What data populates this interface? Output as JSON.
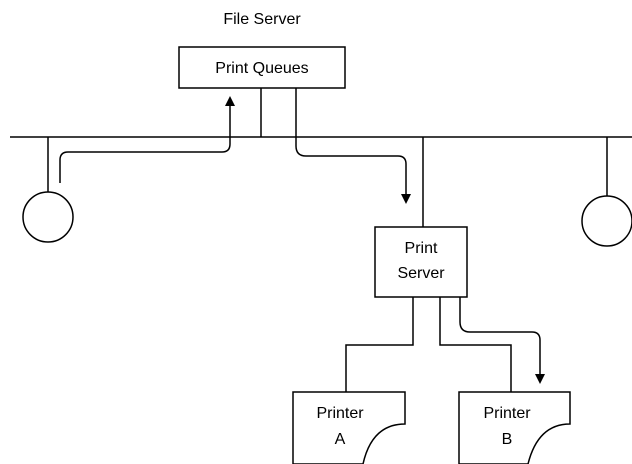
{
  "file_server": {
    "caption": "File Server",
    "queue_label": "Print Queues"
  },
  "print_server": {
    "line1": "Print",
    "line2": "Server"
  },
  "printers": [
    {
      "line1": "Printer",
      "line2": "A"
    },
    {
      "line1": "Printer",
      "line2": "B"
    }
  ]
}
